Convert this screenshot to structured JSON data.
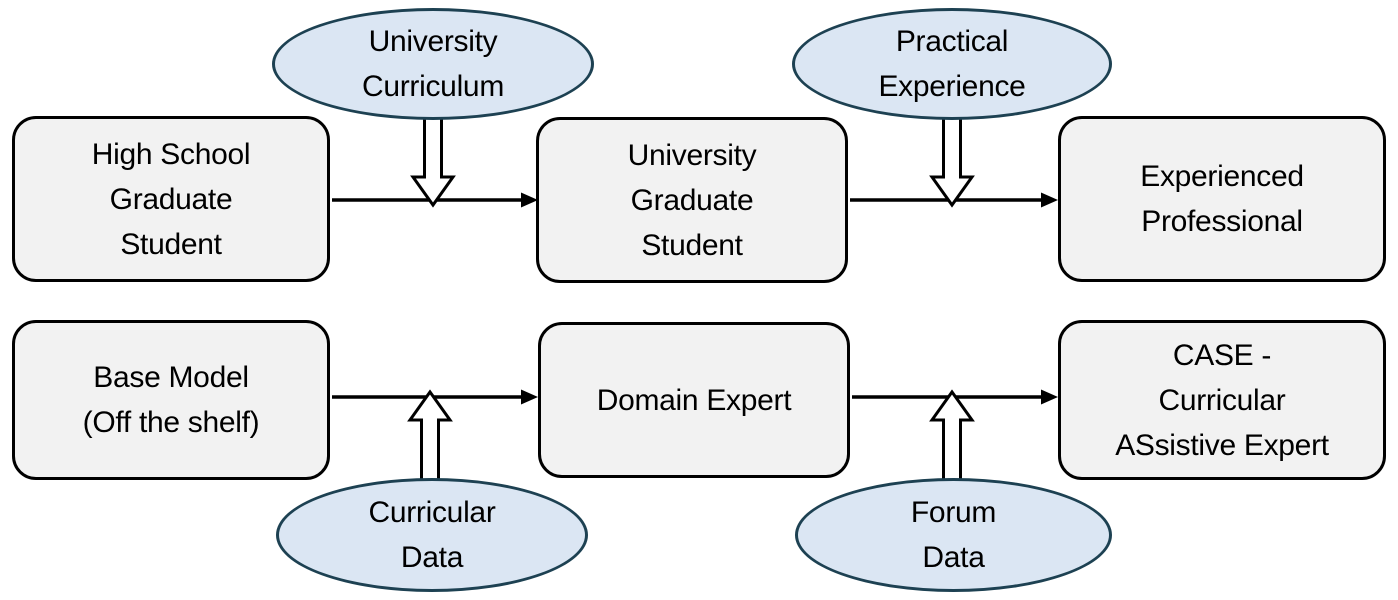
{
  "diagram": {
    "title": "Education-to-AI training analogy flow",
    "colors": {
      "background": "#ffffff",
      "process_fill": "#f2f2f2",
      "process_border": "#000000",
      "data_fill": "#dbe6f3",
      "data_border": "#1d4152",
      "connector": "#000000",
      "block_arrow_fill": "#ffffff"
    },
    "nodes": {
      "top": {
        "stage1": "High School\nGraduate\nStudent",
        "input1": "University\nCurriculum",
        "stage2": "University\nGraduate\nStudent",
        "input2": "Practical\nExperience",
        "stage3": "Experienced\nProfessional"
      },
      "bottom": {
        "stage1": "Base Model\n(Off the shelf)",
        "input1": "Curricular\nData",
        "stage2": "Domain Expert",
        "input2": "Forum\nData",
        "stage3": "CASE -\nCurricular\nASsistive Expert"
      }
    }
  }
}
